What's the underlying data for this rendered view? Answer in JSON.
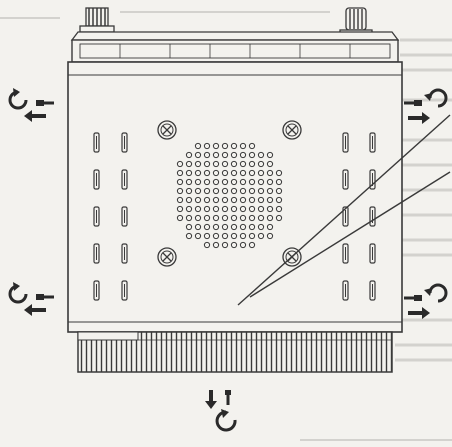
{
  "figure": {
    "kind": "technical-illustration",
    "subject": "radio-unit-bottom-view",
    "stroke_color": "#3a3a3a",
    "paper_color": "#f3f2ee",
    "bleed_text_color": "#c9c8c3",
    "icons": {
      "screw": "screw-icon",
      "rotate": "rotate-counterclockwise-icon",
      "arrow": "pull-out-arrow-icon"
    },
    "screw_removal_points": [
      "left-upper",
      "left-lower",
      "right-upper",
      "right-lower",
      "bottom-center"
    ],
    "mounting_screws_on_panel": 4,
    "callout_lines": 2
  },
  "bleed_text": {
    "line1": "",
    "line2": ""
  }
}
